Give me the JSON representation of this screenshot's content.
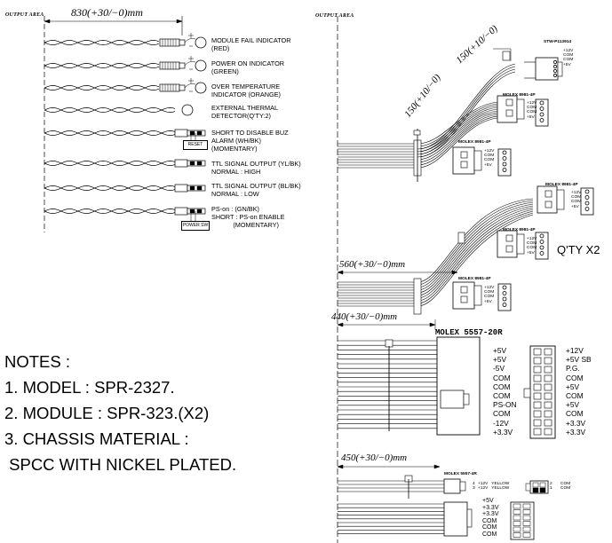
{
  "left_panel": {
    "header": "OUTPUT AREA",
    "dimension": "830(+30/−0)mm",
    "items": [
      {
        "label": "MODULE FAIL INDICATOR\n(RED)"
      },
      {
        "label": "POWER ON INDICATOR\n(GREEN)"
      },
      {
        "label": "OVER TEMPERATURE\nINDICATOR (ORANGE)"
      },
      {
        "label": "EXTERNAL THERMAL\nDETECTOR(Q'TY:2)"
      },
      {
        "label": "SHORT TO DISABLE BUZ\nALARM (WH/BK)\n(MOMENTARY)",
        "button": "RESET"
      },
      {
        "label": "TTL SIGNAL OUTPUT (YL/BK)\nNORMAL : HIGH"
      },
      {
        "label": "TTL SIGNAL OUTPUT (BL/BK)\nNORMAL : LOW"
      },
      {
        "label": "PS-on : (GN/BK)\nSHORT : PS-on ENABLE\n            (MOMENTARY)",
        "button": "POWER SW"
      }
    ]
  },
  "right_panel": {
    "header": "OUTPUT AREA",
    "dim_150_a": "150(+10/−0)",
    "dim_150_b": "150(+10/−0)",
    "dim_560": "560(+30/−0)mm",
    "dim_440": "440(+30/−0)mm",
    "dim_450": "450(+30/−0)mm",
    "small_connector": {
      "name": "STW-P113914",
      "pins": "+12V\nCOM\nCOM\n+5V"
    },
    "molex_4p": {
      "name": "MOLEX 8981-4P",
      "pins": "+12V\nCOM\nCOM\n+5V"
    },
    "qty": "Q'TY X2",
    "main_connector": {
      "name": "MOLEX 5557-20R",
      "left_pins": "+5V\n+5V\n-5V\nCOM\nCOM\nCOM\nPS-ON\nCOM\n-12V\n+3.3V",
      "right_pins": "+12V\n+5V SB\nP.G.\nCOM\n+5V\nCOM\n+5V\nCOM\n+3.3V\n+3.3V"
    },
    "molex_4r": {
      "name": "MOLEX 5557-4R",
      "rows": "+12V   YELLOW\n+12V   YELLOW",
      "right_pins": "COM\nCOM",
      "pin_nums_left": "4\n3",
      "pin_nums_right": "2\n1"
    },
    "bottom_connector": {
      "pins": "+5V\n+3.3V\n+3.3V\nCOM\nCOM\nCOM"
    }
  },
  "notes": {
    "title": "NOTES :",
    "lines": [
      "1. MODEL : SPR-2327.",
      "2. MODULE : SPR-323.(X2)",
      "3. CHASSIS MATERIAL :",
      " SPCC WITH NICKEL PLATED."
    ]
  }
}
